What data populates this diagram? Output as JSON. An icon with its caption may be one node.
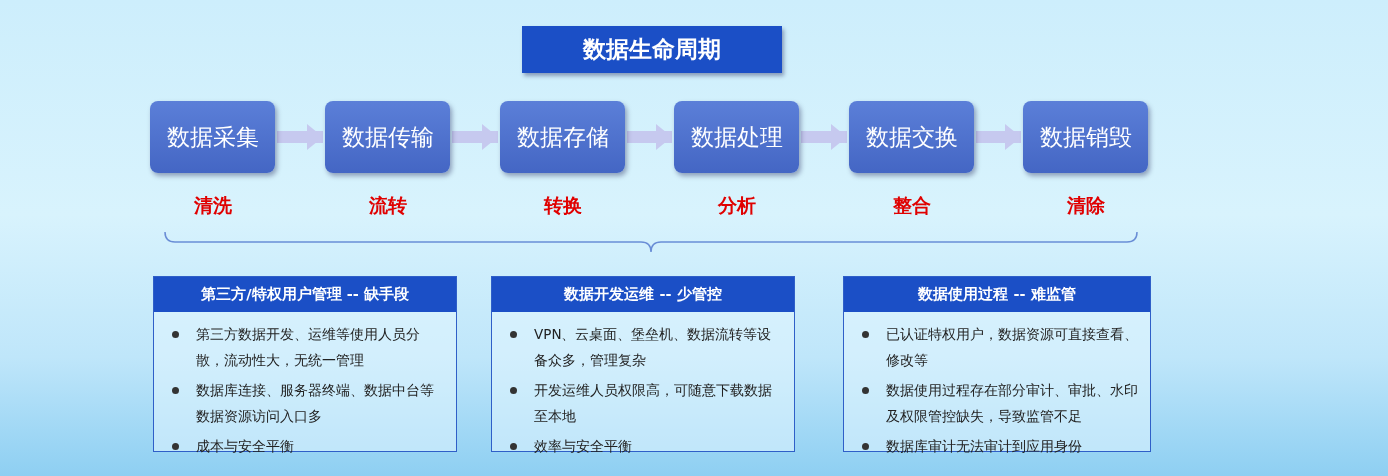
{
  "diagram": {
    "title": "数据生命周期",
    "nodes": [
      {
        "text": [
          "数据采集"
        ],
        "beside": [
          "清洗"
        ]
      },
      {
        "text": [
          "数据传输"
        ],
        "beside": [
          "流转"
        ]
      },
      {
        "text": [
          "数据存储"
        ],
        "beside": [
          "转换"
        ]
      },
      {
        "text": [
          "数据处理"
        ],
        "beside": [
          "分析"
        ]
      },
      {
        "text": [
          "数据交换"
        ],
        "beside": [
          "整合"
        ]
      },
      {
        "text": [
          "数据销毁"
        ],
        "beside": [
          "清除"
        ]
      },
      {
        "text": [
          "第三方/特权用户管理 -- 缺手段",
          "第三方数据开发、运维等使用人员分散，流动性大，无统一管理",
          "数据库连接、服务器终端、数据中台等数据资源访问入口多",
          "成本与安全平衡"
        ]
      },
      {
        "text": [
          "数据开发运维 -- 少管控",
          "VPN、云桌面、堡垒机、数据流转等设备众多，管理复杂",
          "开发运维人员权限高，可随意下载数据至本地",
          "效率与安全平衡"
        ]
      },
      {
        "text": [
          "数据使用过程 -- 难监管",
          "已认证特权用户，数据资源可直接查看、修改等",
          "数据使用过程存在部分审计、审批、水印及权限管控缺失，导致监管不足",
          "数据库审计无法审计到应用身份"
        ]
      }
    ],
    "edges": [
      {
        "from": 0,
        "to": 1,
        "arrow": "to"
      },
      {
        "from": 1,
        "to": 2,
        "arrow": "to"
      },
      {
        "from": 2,
        "to": 3,
        "arrow": "to"
      },
      {
        "from": 3,
        "to": 4,
        "arrow": "to"
      },
      {
        "from": 4,
        "to": 5,
        "arrow": "to"
      }
    ]
  }
}
